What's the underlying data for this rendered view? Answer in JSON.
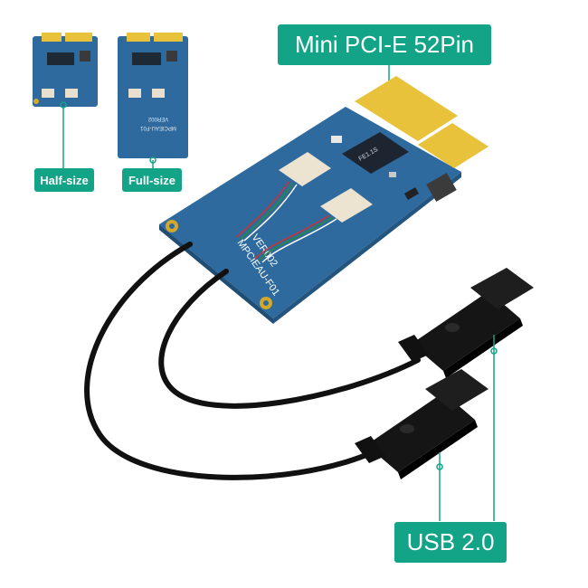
{
  "labels": {
    "main": "Mini PCI-E  52Pin",
    "half_size": "Half-size",
    "full_size": "Full-size",
    "usb": "USB 2.0"
  },
  "board_text": {
    "model": "MPCIEAU-F01",
    "version": "VER002",
    "model_main": "MPCIEAU-F01",
    "version_main": "VER002",
    "chip": "FE1.1S"
  },
  "colors": {
    "accent": "#13a487",
    "pcb": "#2e6a9e",
    "gold": "#e8c23a",
    "cable": "#111111"
  }
}
